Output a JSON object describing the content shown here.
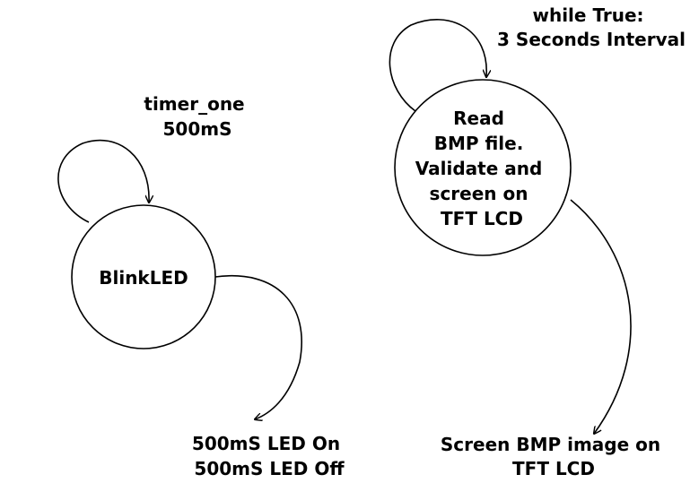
{
  "diagram": {
    "states": {
      "blink": {
        "label": "BlinkLED"
      },
      "read": {
        "lines": [
          "Read",
          "BMP file.",
          "Validate and",
          "screen on",
          "TFT LCD"
        ]
      }
    },
    "loops": {
      "timer": {
        "lines": [
          "timer_one",
          "500mS"
        ]
      },
      "while": {
        "lines": [
          "while True:",
          "3 Seconds Interval"
        ]
      }
    },
    "outputs": {
      "led": {
        "lines": [
          "500mS LED On",
          "500mS LED Off"
        ]
      },
      "screen": {
        "lines": [
          "Screen BMP image on",
          "TFT LCD"
        ]
      }
    }
  }
}
